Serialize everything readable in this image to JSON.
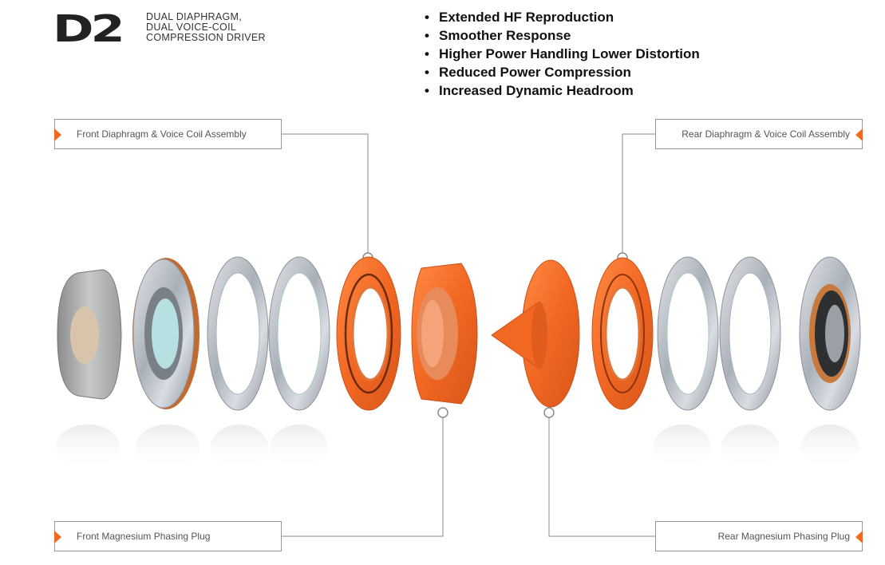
{
  "logo": {
    "mark": "D2",
    "lines": [
      "DUAL DIAPHRAGM,",
      "DUAL VOICE-COIL",
      "COMPRESSION DRIVER"
    ]
  },
  "features": [
    "Extended HF Reproduction",
    "Smoother Response",
    "Higher Power Handling Lower Distortion",
    "Reduced Power Compression",
    "Increased Dynamic Headroom"
  ],
  "callouts": {
    "front_diaphragm": "Front Diaphragm & Voice Coil Assembly",
    "rear_diaphragm": "Rear Diaphragm & Voice Coil Assembly",
    "front_plug": "Front Magnesium Phasing Plug",
    "rear_plug": "Rear Magnesium Phasing Plug"
  },
  "colors": {
    "accent": "#f26722",
    "part_orange": "#f0702b",
    "metal": "#c8ccd0",
    "callout_border": "#9a9a9a"
  }
}
